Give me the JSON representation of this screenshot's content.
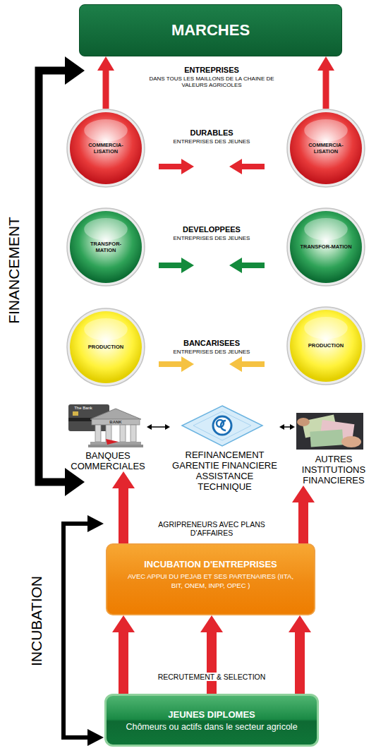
{
  "diagram": {
    "nodes": [
      {
        "text": [
          "MARCHES"
        ]
      },
      {
        "text": [
          "COMMERCIA- LISATION"
        ]
      },
      {
        "text": [
          "COMMERCIA- LISATION"
        ]
      },
      {
        "text": [
          "TRANSFOR- MATION"
        ]
      },
      {
        "text": [
          "TRANSFOR-MATION"
        ]
      },
      {
        "text": [
          "PRODUCTION"
        ]
      },
      {
        "text": [
          "PRODUCTION"
        ]
      },
      {
        "text": [
          "BANQUES COMMERCIALES"
        ]
      },
      {
        "text": [
          "REFINANCEMENT GARENTIE FINANCIERE ASSISTANCE TECHNIQUE"
        ]
      },
      {
        "text": [
          "AUTRES INSTITUTIONS FINANCIERES"
        ]
      },
      {
        "text": [
          "INCUBATION D'ENTREPRISES",
          "AVEC APPUI DU PEJAB ET SES PARTENAIRES (IITA, BIT, ONEM, INPP, OPEC )"
        ]
      },
      {
        "text": [
          "JEUNES DIPLOMES",
          "Chômeurs ou actifs dans le secteur agricole"
        ]
      }
    ],
    "edges": [
      {
        "from": 1,
        "to": 0,
        "arrow": "to"
      },
      {
        "from": 2,
        "to": 0,
        "arrow": "to"
      },
      {
        "from": 7,
        "to": 8,
        "arrow": "both"
      },
      {
        "from": 8,
        "to": 9,
        "arrow": "both"
      },
      {
        "from": 10,
        "to": 7,
        "arrow": "to"
      },
      {
        "from": 10,
        "to": 9,
        "arrow": "to"
      },
      {
        "from": 11,
        "to": 10,
        "arrow": "to"
      },
      {
        "from": 11,
        "to": 10,
        "arrow": "to"
      },
      {
        "from": 11,
        "to": 10,
        "arrow": "to"
      }
    ],
    "labels": [
      "ENTREPRISES",
      "DANS TOUS LES MAILLONS DE LA CHAINE DE VALEURS AGRICOLES",
      "DURABLES",
      "ENTREPRISES DES JEUNES",
      "DEVELOPPEES",
      "ENTREPRISES DES JEUNES",
      "BANCARISEES",
      "ENTREPRISES DES JEUNES",
      "The Bank",
      "BANK",
      "AGRIPRENEURS AVEC PLANS D'AFFAIRES",
      "RECRUTEMENT & SELECTION",
      "FINANCEMENT",
      "INCUBATION"
    ]
  }
}
